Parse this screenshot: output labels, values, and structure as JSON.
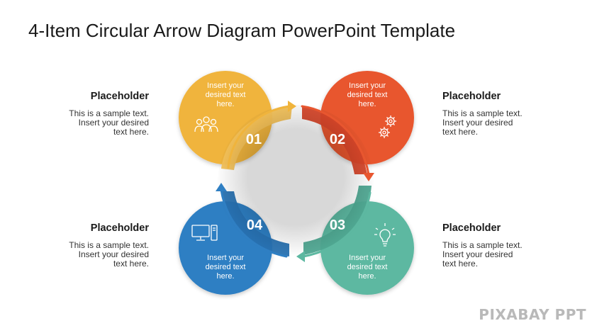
{
  "title": "4-Item Circular Arrow Diagram PowerPoint Template",
  "colors": {
    "item1": "#F0B43C",
    "item2": "#E8562F",
    "item3": "#5DB8A1",
    "item4": "#2F7FC3"
  },
  "items": [
    {
      "number": "01",
      "text_lines": [
        "Insert your",
        "desired text",
        "here."
      ],
      "icon": "people-icon"
    },
    {
      "number": "02",
      "text_lines": [
        "Insert your",
        "desired text",
        "here."
      ],
      "icon": "gears-icon"
    },
    {
      "number": "03",
      "text_lines": [
        "Insert your",
        "desired text",
        "here."
      ],
      "icon": "lightbulb-icon"
    },
    {
      "number": "04",
      "text_lines": [
        "Insert your",
        "desired text",
        "here."
      ],
      "icon": "computer-icon"
    }
  ],
  "side_labels": {
    "top_left": {
      "heading": "Placeholder",
      "body": [
        "This is a sample text.",
        "Insert your desired",
        "text here."
      ]
    },
    "top_right": {
      "heading": "Placeholder",
      "body": [
        "This is a sample text.",
        "Insert your desired",
        "text here."
      ]
    },
    "bottom_left": {
      "heading": "Placeholder",
      "body": [
        "This is a sample text.",
        "Insert your desired",
        "text here."
      ]
    },
    "bottom_right": {
      "heading": "Placeholder",
      "body": [
        "This is a sample text.",
        "Insert your desired",
        "text here."
      ]
    }
  },
  "watermark": "PIXABAY PPT"
}
